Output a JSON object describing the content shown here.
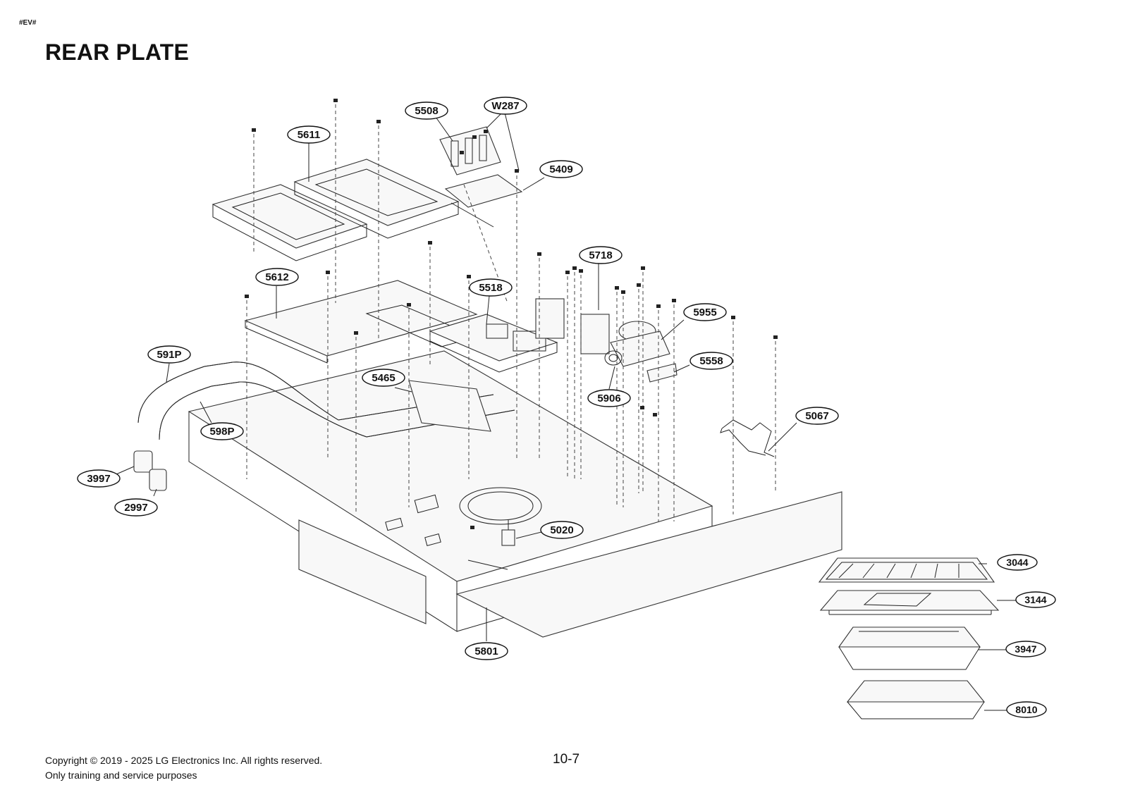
{
  "doc_tag": "#EV#",
  "title": "REAR PLATE",
  "page_number": "10-7",
  "footer": {
    "copyright": "Copyright © 2019 - 2025 LG Electronics Inc. All rights reserved.",
    "purpose": "Only training and service purposes"
  },
  "callouts": [
    {
      "id": "5508",
      "label": "5508"
    },
    {
      "id": "W287",
      "label": "W287"
    },
    {
      "id": "5611",
      "label": "5611"
    },
    {
      "id": "5409",
      "label": "5409"
    },
    {
      "id": "5718",
      "label": "5718"
    },
    {
      "id": "5612",
      "label": "5612"
    },
    {
      "id": "5518",
      "label": "5518"
    },
    {
      "id": "5955",
      "label": "5955"
    },
    {
      "id": "591P",
      "label": "591P"
    },
    {
      "id": "5558",
      "label": "5558"
    },
    {
      "id": "5465",
      "label": "5465"
    },
    {
      "id": "5906",
      "label": "5906"
    },
    {
      "id": "5067",
      "label": "5067"
    },
    {
      "id": "598P",
      "label": "598P"
    },
    {
      "id": "3997",
      "label": "3997"
    },
    {
      "id": "2997",
      "label": "2997"
    },
    {
      "id": "5020",
      "label": "5020"
    },
    {
      "id": "3044",
      "label": "3044"
    },
    {
      "id": "3144",
      "label": "3144"
    },
    {
      "id": "3947",
      "label": "3947"
    },
    {
      "id": "5801",
      "label": "5801"
    },
    {
      "id": "8010",
      "label": "8010"
    }
  ]
}
